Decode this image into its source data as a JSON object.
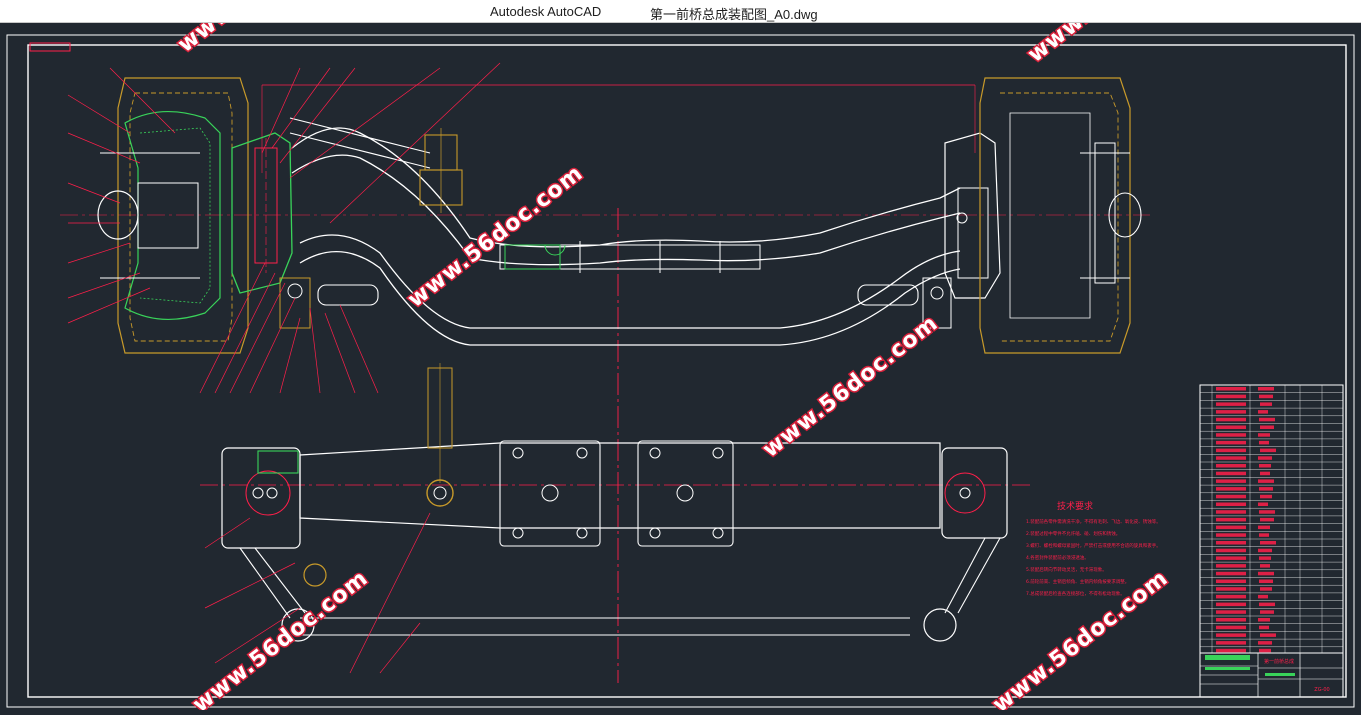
{
  "window": {
    "app_title": "Autodesk AutoCAD",
    "document_title": "第一前桥总成装配图_A0.dwg"
  },
  "watermark": {
    "text": "www.56doc.com"
  },
  "drawing": {
    "frame_color": "#ffffff",
    "section_color": "#39d35a",
    "hidden_color": "#c89a2a",
    "annotation_color": "#ff1f4a",
    "technical_requirements_title": "技术要求",
    "technical_requirements": [
      "1.装配前各零件需清洗干净，不得有毛刺、飞边、氧化皮、锈蚀等。",
      "2.装配过程中零件不允许磕、碰、划伤和锈蚀。",
      "3.螺钉、螺栓和螺母紧固时，严禁打击或使用不合适的旋具和扳手。",
      "4.各密封件装配前必须浸透油。",
      "5.装配后转向节转动灵活，无卡滞现象。",
      "6.前轮前束、主销后倾角、主销内倾角按要求调整。",
      "7.总成装配后检查各连接部位，不得有松动现象。"
    ],
    "title_block": {
      "drawing_name": "第一前桥总成",
      "code": "ZG-00"
    }
  },
  "colors": {
    "background": "#212830",
    "line": "#ffffff",
    "section": "#39d35a",
    "hidden": "#c89a2a",
    "center": "#ff1f4a"
  }
}
